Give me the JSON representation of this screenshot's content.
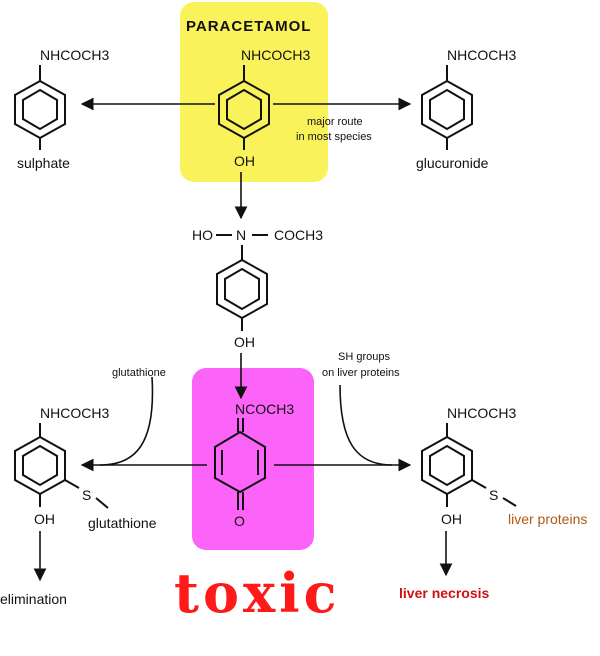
{
  "title": "PARACETAMOL",
  "groups": {
    "nhcoch3": "NHCOCH3",
    "oh": "OH",
    "ho": "HO",
    "n": "N",
    "coch3": "COCH3",
    "ncoch3": "NCOCH3",
    "o": "O",
    "s": "S"
  },
  "labels": {
    "sulphate": "sulphate",
    "glucuronide": "glucuronide",
    "major_route_1": "major route",
    "major_route_2": "in most species",
    "glutathione_reagent": "glutathione",
    "glutathione_product": "glutathione",
    "sh_groups_1": "SH groups",
    "sh_groups_2": "on liver proteins",
    "liver_proteins": "liver proteins",
    "elimination": "elimination",
    "liver_necrosis": "liver necrosis",
    "toxic": "toxic"
  },
  "colors": {
    "paracetamol_box": "#faf25a",
    "intermediate_box": "#fb63f9",
    "toxic": "#ff1a1a",
    "necrosis": "#d01010",
    "liver_proteins": "#b05a10"
  }
}
